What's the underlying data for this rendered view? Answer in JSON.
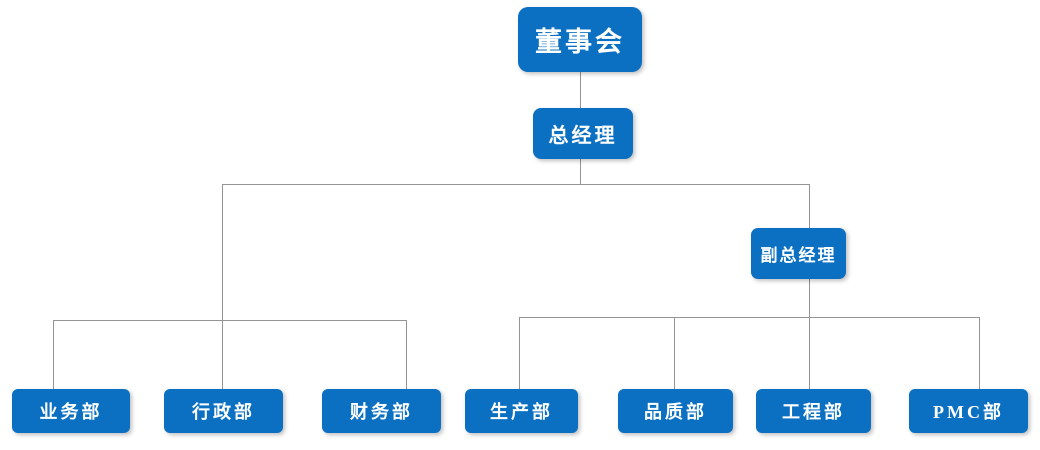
{
  "colors": {
    "node_fill": "#0C70C2",
    "node_text": "#FFFFFF",
    "connector": "#949494",
    "background": "#FFFFFF"
  },
  "nodes": {
    "board": {
      "label": "董事会"
    },
    "gm": {
      "label": "总经理"
    },
    "dgm": {
      "label": "副总经理"
    },
    "business": {
      "label": "业务部"
    },
    "admin": {
      "label": "行政部"
    },
    "finance": {
      "label": "财务部"
    },
    "production": {
      "label": "生产部"
    },
    "quality": {
      "label": "品质部"
    },
    "engineering": {
      "label": "工程部"
    },
    "pmc": {
      "label": "PMC部"
    }
  },
  "hierarchy": [
    {
      "parent": "董事会",
      "children": [
        "总经理"
      ]
    },
    {
      "parent": "总经理",
      "children": [
        "业务部",
        "行政部",
        "财务部",
        "副总经理"
      ]
    },
    {
      "parent": "副总经理",
      "children": [
        "生产部",
        "品质部",
        "工程部",
        "PMC部"
      ]
    }
  ]
}
